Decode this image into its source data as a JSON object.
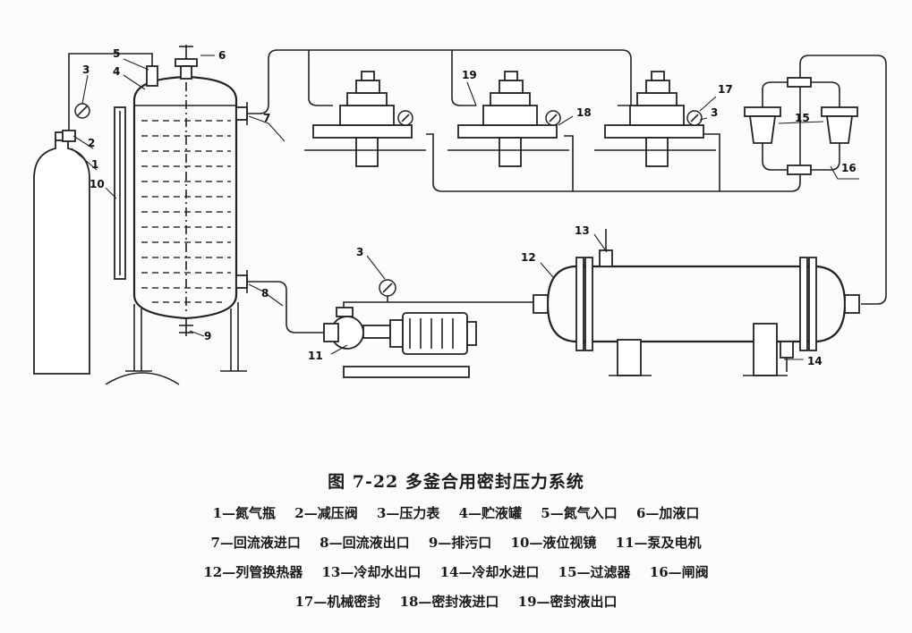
{
  "figure_title": "图 7-22   多釜合用密封压力系统",
  "callouts": [
    "1",
    "2",
    "3",
    "4",
    "5",
    "6",
    "7",
    "8",
    "9",
    "10",
    "11",
    "12",
    "13",
    "14",
    "15",
    "16",
    "17",
    "18",
    "19"
  ],
  "legend": [
    [
      "1—氮气瓶",
      "2—减压阀",
      "3—压力表",
      "4—贮液罐",
      "5—氮气入口",
      "6—加液口"
    ],
    [
      "7—回流液进口",
      "8—回流液出口",
      "9—排污口",
      "10—液位视镜",
      "11—泵及电机"
    ],
    [
      "12—列管换热器",
      "13—冷却水出口",
      "14—冷却水进口",
      "15—过滤器",
      "16—闸阀"
    ],
    [
      "17—机械密封",
      "18—密封液进口",
      "19—密封液出口"
    ]
  ]
}
